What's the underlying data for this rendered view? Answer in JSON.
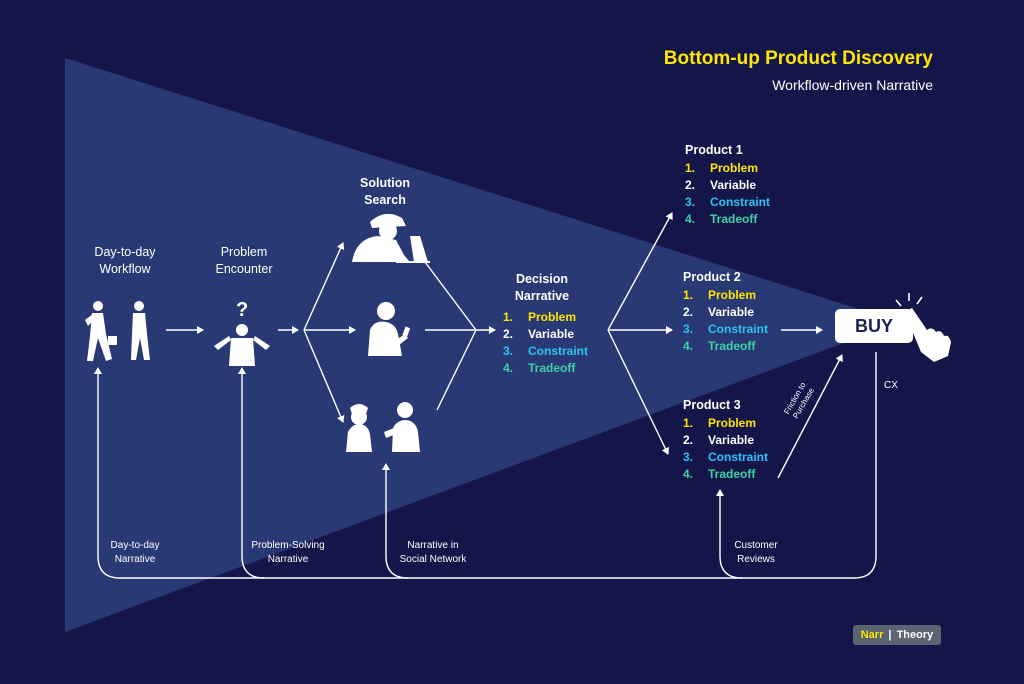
{
  "header": {
    "title": "Bottom-up Product Discovery",
    "subtitle": "Workflow-driven Narrative"
  },
  "stages": {
    "workflow": [
      "Day-to-day",
      "Workflow"
    ],
    "problem": [
      "Problem",
      "Encounter"
    ],
    "search": [
      "Solution",
      "Search"
    ],
    "decision": [
      "Decision",
      "Narrative"
    ]
  },
  "decision_steps": [
    {
      "num": "1.",
      "label": "Problem"
    },
    {
      "num": "2.",
      "label": "Variable"
    },
    {
      "num": "3.",
      "label": "Constraint"
    },
    {
      "num": "4.",
      "label": "Tradeoff"
    }
  ],
  "products": [
    {
      "title": "Product 1",
      "steps": [
        {
          "num": "1.",
          "label": "Problem"
        },
        {
          "num": "2.",
          "label": "Variable"
        },
        {
          "num": "3.",
          "label": "Constraint"
        },
        {
          "num": "4.",
          "label": "Tradeoff"
        }
      ]
    },
    {
      "title": "Product 2",
      "steps": [
        {
          "num": "1.",
          "label": "Problem"
        },
        {
          "num": "2.",
          "label": "Variable"
        },
        {
          "num": "3.",
          "label": "Constraint"
        },
        {
          "num": "4.",
          "label": "Tradeoff"
        }
      ]
    },
    {
      "title": "Product 3",
      "steps": [
        {
          "num": "1.",
          "label": "Problem"
        },
        {
          "num": "2.",
          "label": "Variable"
        },
        {
          "num": "3.",
          "label": "Constraint"
        },
        {
          "num": "4.",
          "label": "Tradeoff"
        }
      ]
    }
  ],
  "buy_label": "BUY",
  "cx_label": "CX",
  "friction_label": [
    "Friction to",
    "Purchase"
  ],
  "feedback": {
    "daily": [
      "Day-to-day",
      "Narrative"
    ],
    "problem_solving": [
      "Problem-Solving",
      "Narrative"
    ],
    "social": [
      "Narrative in",
      "Social Network"
    ],
    "reviews": [
      "Customer",
      "Reviews"
    ]
  },
  "logo": {
    "left": "Narr",
    "separator": "|",
    "right": "Theory"
  },
  "colors": {
    "background": "#14164a",
    "funnel": "#2a3d78",
    "yellow": "#ffe600",
    "white": "#ffffff",
    "blue": "#2ec3f5",
    "teal": "#3fd1a8"
  },
  "icons": [
    "walking-people-icon",
    "confused-person-icon",
    "laptop-user-icon",
    "phone-user-icon",
    "conversation-icon",
    "hand-pointer-icon"
  ]
}
